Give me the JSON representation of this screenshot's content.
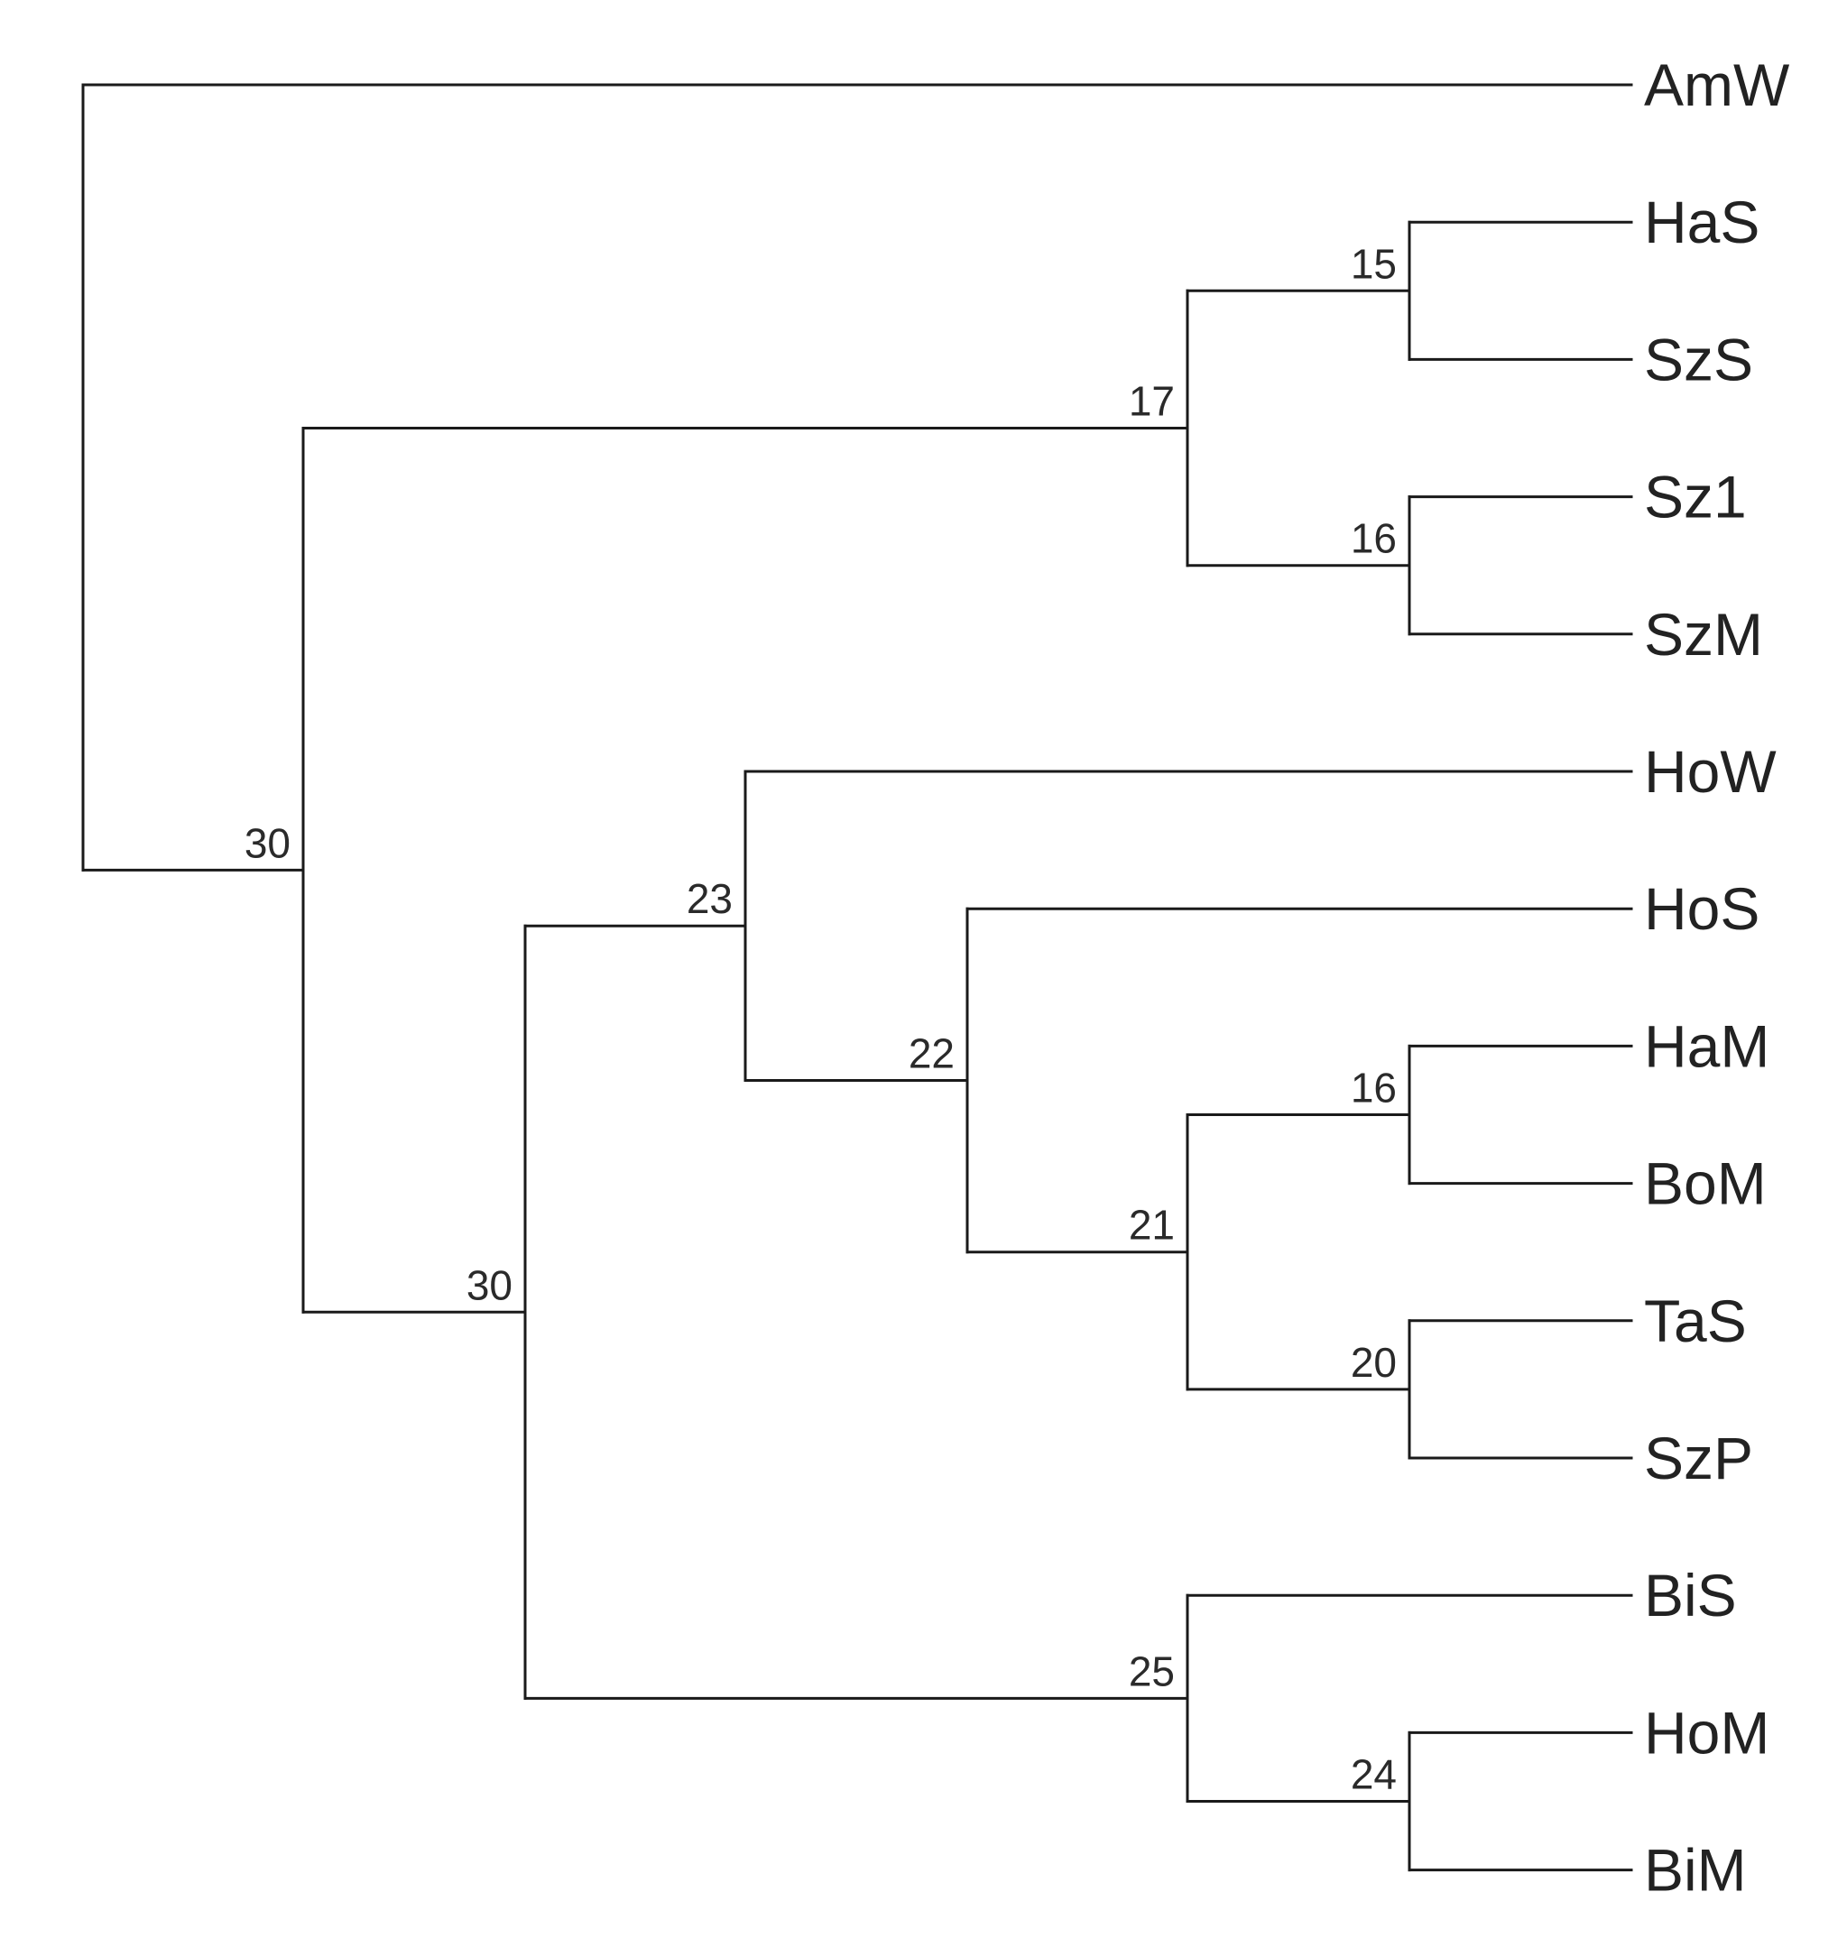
{
  "leaves": [
    "AmW",
    "HaS",
    "SzS",
    "Sz1",
    "SzM",
    "HoW",
    "HoS",
    "HaM",
    "BoM",
    "TaS",
    "SzP",
    "BiS",
    "HoM",
    "BiM"
  ],
  "nodes": [
    {
      "id": "n15",
      "label": "15",
      "children": [
        "HaS",
        "SzS"
      ]
    },
    {
      "id": "n16a",
      "label": "16",
      "children": [
        "Sz1",
        "SzM"
      ]
    },
    {
      "id": "n17",
      "label": "17",
      "children": [
        "n15",
        "n16a"
      ]
    },
    {
      "id": "n16b",
      "label": "16",
      "children": [
        "HaM",
        "BoM"
      ]
    },
    {
      "id": "n20",
      "label": "20",
      "children": [
        "TaS",
        "SzP"
      ]
    },
    {
      "id": "n21",
      "label": "21",
      "children": [
        "n16b",
        "n20"
      ]
    },
    {
      "id": "n22",
      "label": "22",
      "children": [
        "HoS",
        "n21"
      ]
    },
    {
      "id": "n23",
      "label": "23",
      "children": [
        "HoW",
        "n22"
      ]
    },
    {
      "id": "n24",
      "label": "24",
      "children": [
        "HoM",
        "BiM"
      ]
    },
    {
      "id": "n25",
      "label": "25",
      "children": [
        "BiS",
        "n24"
      ]
    },
    {
      "id": "n30b",
      "label": "30",
      "children": [
        "n23",
        "n25"
      ]
    },
    {
      "id": "n30a",
      "label": "30",
      "children": [
        "n17",
        "n30b"
      ]
    },
    {
      "id": "root",
      "label": "",
      "children": [
        "AmW",
        "n30a"
      ]
    }
  ]
}
